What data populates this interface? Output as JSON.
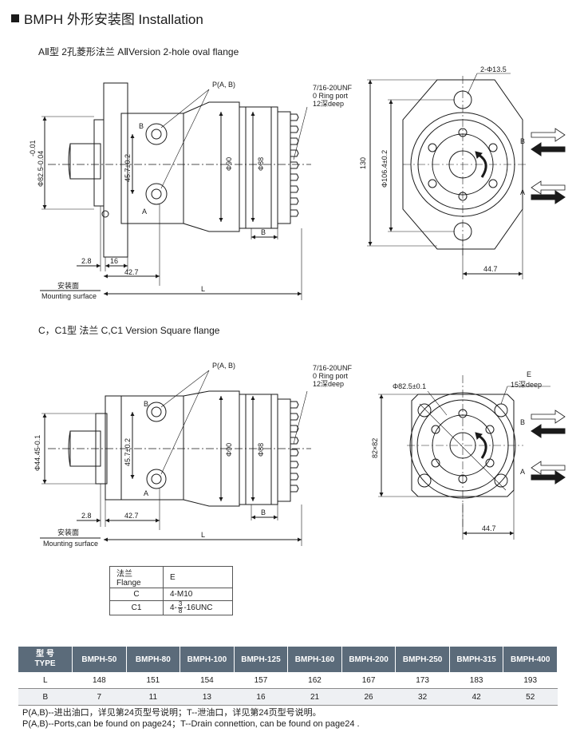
{
  "title": "BMPH 外形安装图 Installation",
  "section_a": {
    "title": "AⅡ型 2孔菱形法兰  AⅡVersion 2-hole oval flange"
  },
  "section_c": {
    "title": "C，C1型 法兰  C,C1 Version Square flange"
  },
  "drawing_a": {
    "port_label": "P(A, B)",
    "unf_1": "7/16-20UNF",
    "unf_2": "0 Ring port",
    "unf_3": "12深deep",
    "label_b": "B",
    "label_a": "A",
    "dim_tol_top": "-0.01",
    "dim_shaft": "Φ82.5-0.04",
    "dim_port_spacing": "45.7±0.2",
    "dim_d90": "Φ90",
    "dim_d88": "Φ88",
    "dim_2_8": "2.8",
    "dim_16": "16",
    "dim_42_7": "42.7",
    "dim_b": "B",
    "dim_l": "L",
    "mount_cn": "安装面",
    "mount_en": "Mounting surface"
  },
  "front_a": {
    "holes": "2-Φ13.5",
    "dim_130": "130",
    "dim_bolt_circle": "Φ106.4±0.2",
    "dim_44_7": "44.7",
    "port_b": "B",
    "port_a": "A"
  },
  "drawing_c": {
    "port_label": "P(A, B)",
    "unf_1": "7/16-20UNF",
    "unf_2": "0 Ring port",
    "unf_3": "12深deep",
    "label_b": "B",
    "label_a": "A",
    "dim_shaft": "Φ44.45-0.1",
    "dim_port_spacing": "45.7±0.2",
    "dim_d90": "Φ90",
    "dim_d88": "Φ88",
    "dim_2_8": "2.8",
    "dim_42_7": "42.7",
    "dim_b": "B",
    "dim_l": "L",
    "mount_cn": "安装面",
    "mount_en": "Mounting surface"
  },
  "front_c": {
    "pilot": "Φ82.5±0.1",
    "label_e": "E",
    "depth": "15深deep",
    "dim_square": "82×82",
    "dim_44_7": "44.7",
    "port_b": "B",
    "port_a": "A"
  },
  "flange_table": {
    "header_flange": "法兰 Flange",
    "header_e": "E",
    "rows": [
      {
        "flange": "C",
        "e": "4-M10"
      },
      {
        "flange": "C1",
        "e_prefix": "4-",
        "e_num": "3",
        "e_den": "8",
        "e_suffix": "-16UNC"
      }
    ]
  },
  "model_table": {
    "header_cn": "型  号",
    "header_en": "TYPE",
    "models": [
      "BMPH-50",
      "BMPH-80",
      "BMPH-100",
      "BMPH-125",
      "BMPH-160",
      "BMPH-200",
      "BMPH-250",
      "BMPH-315",
      "BMPH-400"
    ],
    "rows": [
      {
        "label": "L",
        "values": [
          "148",
          "151",
          "154",
          "157",
          "162",
          "167",
          "173",
          "183",
          "193"
        ]
      },
      {
        "label": "B",
        "values": [
          "7",
          "11",
          "13",
          "16",
          "21",
          "26",
          "32",
          "42",
          "52"
        ]
      }
    ]
  },
  "notes": {
    "line_cn": "P(A,B)--进出油口，详见第24页型号说明；T--泄油口，详见第24页型号说明。",
    "line_en": "P(A,B)--Ports,can be found on page24；T--Drain connettion, can be found on page24 ."
  }
}
